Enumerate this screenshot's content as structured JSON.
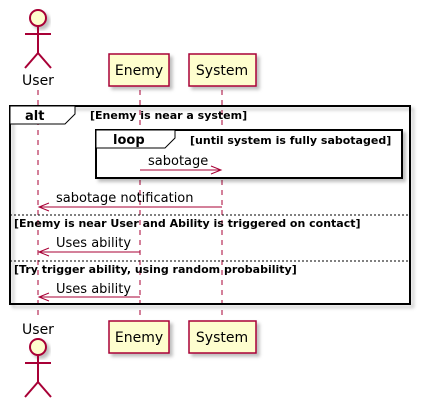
{
  "colors": {
    "arrow": "#A80036",
    "participant_fill": "#FEFECE",
    "participant_stroke": "#A80036",
    "frame_stroke": "#000000",
    "lifeline": "#A80036"
  },
  "participants": {
    "user": "User",
    "enemy": "Enemy",
    "system": "System"
  },
  "alt_frame": {
    "keyword": "alt",
    "guard": "[Enemy is near a system]",
    "loop": {
      "keyword": "loop",
      "guard": "[until system is fully sabotaged]",
      "message": "sabotage"
    },
    "message_1": "sabotage notification",
    "else_1_guard": "[Enemy is near User and Ability is triggered on contact]",
    "message_2": "Uses ability",
    "else_2_guard": "[Try trigger ability, using random probability]",
    "message_3": "Uses ability"
  }
}
